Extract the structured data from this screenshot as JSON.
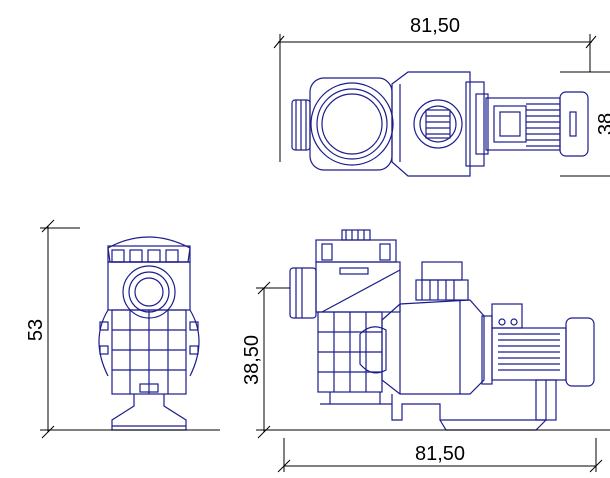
{
  "dimensions": {
    "top_view_width": "81,50",
    "top_view_height_partial": "38",
    "front_view_height": "53",
    "side_view_height": "38,50",
    "side_view_width": "81,50"
  },
  "colors": {
    "drawing_line": "#1c1c8c",
    "dimension_line": "#000000",
    "background": "#ffffff"
  }
}
